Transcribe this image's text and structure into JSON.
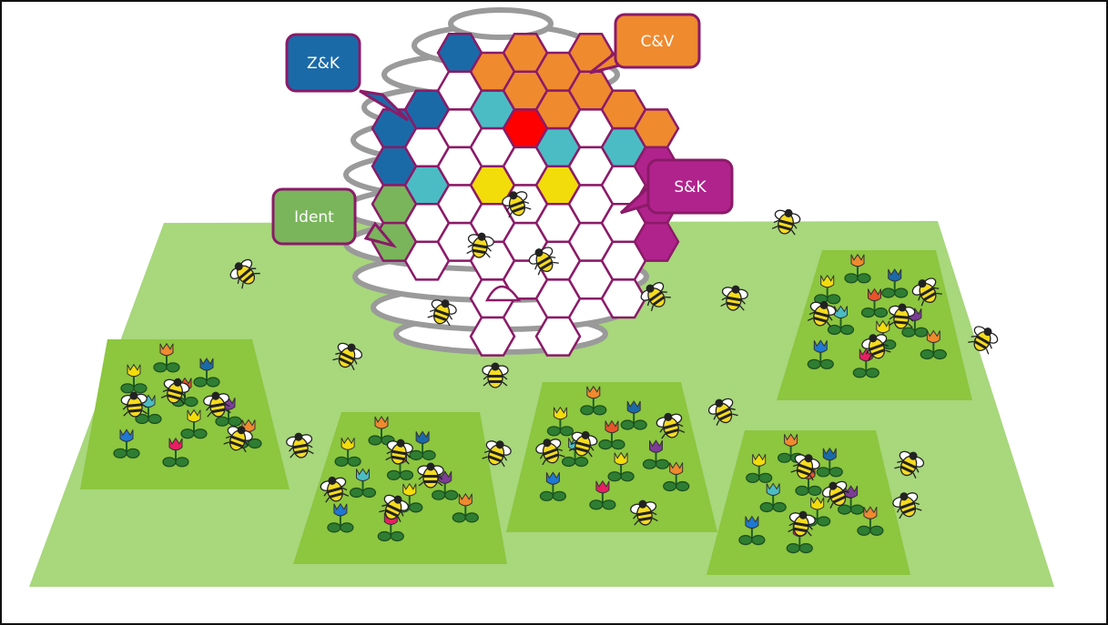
{
  "colors": {
    "frame": "#111111",
    "field": "#a8d77c",
    "field_edge": "#9ccc6e",
    "patch": "#8dc63f",
    "hive_outline": "#9a9a9a",
    "comb_outline": "#8b1a68",
    "leaf": "#2e7d32",
    "blue": "#1b6aa8",
    "orange": "#ef8a2f",
    "teal": "#4bbcc4",
    "red": "#ff0000",
    "yellow": "#f2dc0a",
    "magenta": "#b0238c",
    "green": "#7ab55c",
    "white": "#ffffff"
  },
  "callouts": {
    "zk": {
      "label": "Z&K",
      "color": "#1b6aa8"
    },
    "cv": {
      "label": "C&V",
      "color": "#ef8a2f"
    },
    "sk": {
      "label": "S&K",
      "color": "#b0238c"
    },
    "ident": {
      "label": "Ident",
      "color": "#7ab55c"
    }
  },
  "icons": {
    "bee": "bee-icon",
    "flower": "tulip-icon",
    "hive": "beehive-icon"
  }
}
